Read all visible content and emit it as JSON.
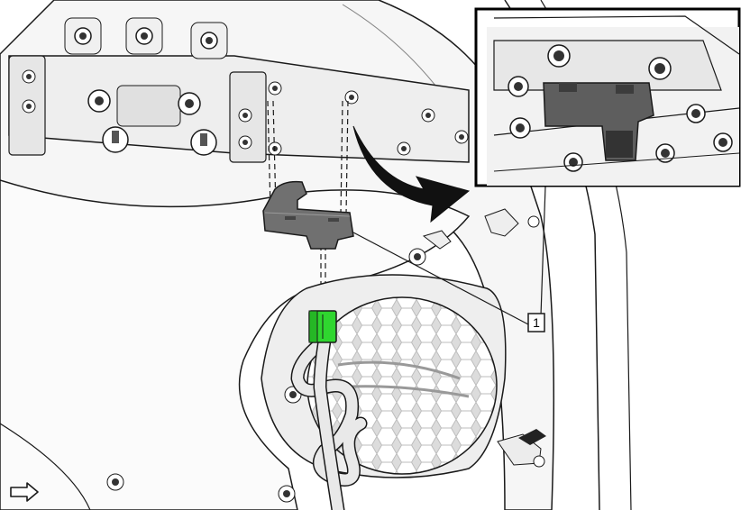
{
  "diagram": {
    "callouts": [
      {
        "id": "callout-1",
        "label": "1"
      }
    ],
    "parts": {
      "switch_module": "switch",
      "connector": "connector",
      "speaker": "speaker",
      "wire_harness": "wire"
    },
    "colors": {
      "background": "#ffffff",
      "panel": "#f7f7f7",
      "panel_shade": "#e4e4e4",
      "line": "#1a1a1a",
      "part": "#6f6f6f",
      "part_dark": "#4a4a4a",
      "connector_highlight": "#33dd33",
      "speaker_grille": "#d9d9d9"
    },
    "icons": {
      "direction_arrow": "right-arrow-icon",
      "view_arrow": "curved-arrow-icon"
    }
  }
}
